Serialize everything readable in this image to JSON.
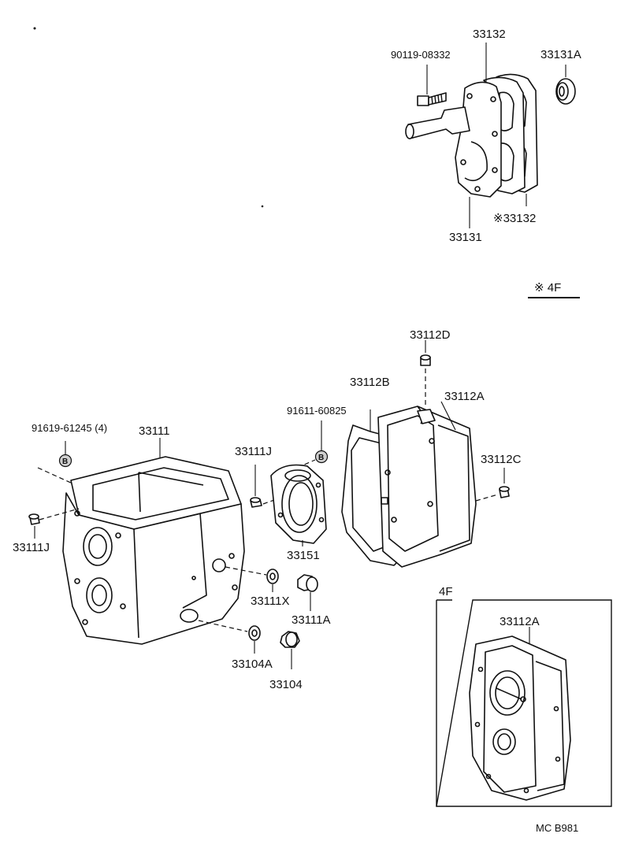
{
  "labels": {
    "p33132_top": "33132",
    "p90119": "90119-08332",
    "p33131A": "33131A",
    "p33132_mark": "※33132",
    "p33131": "33131",
    "legend_4f": "※ 4F",
    "p33112D": "33112D",
    "p33112B": "33112B",
    "p33112A": "33112A",
    "p91611": "91611-60825",
    "p91619": "91619-61245 (4)",
    "p33111": "33111",
    "p33111J_mid": "33111J",
    "p33112C": "33112C",
    "p33111J_left": "33111J",
    "p33151": "33151",
    "p33111X": "33111X",
    "p33111A": "33111A",
    "p33104A": "33104A",
    "p33104": "33104",
    "inset_title": "4F",
    "inset_part": "33112A",
    "footer_code": "MC  B981"
  },
  "markers": {
    "bolt_marker": "B"
  }
}
